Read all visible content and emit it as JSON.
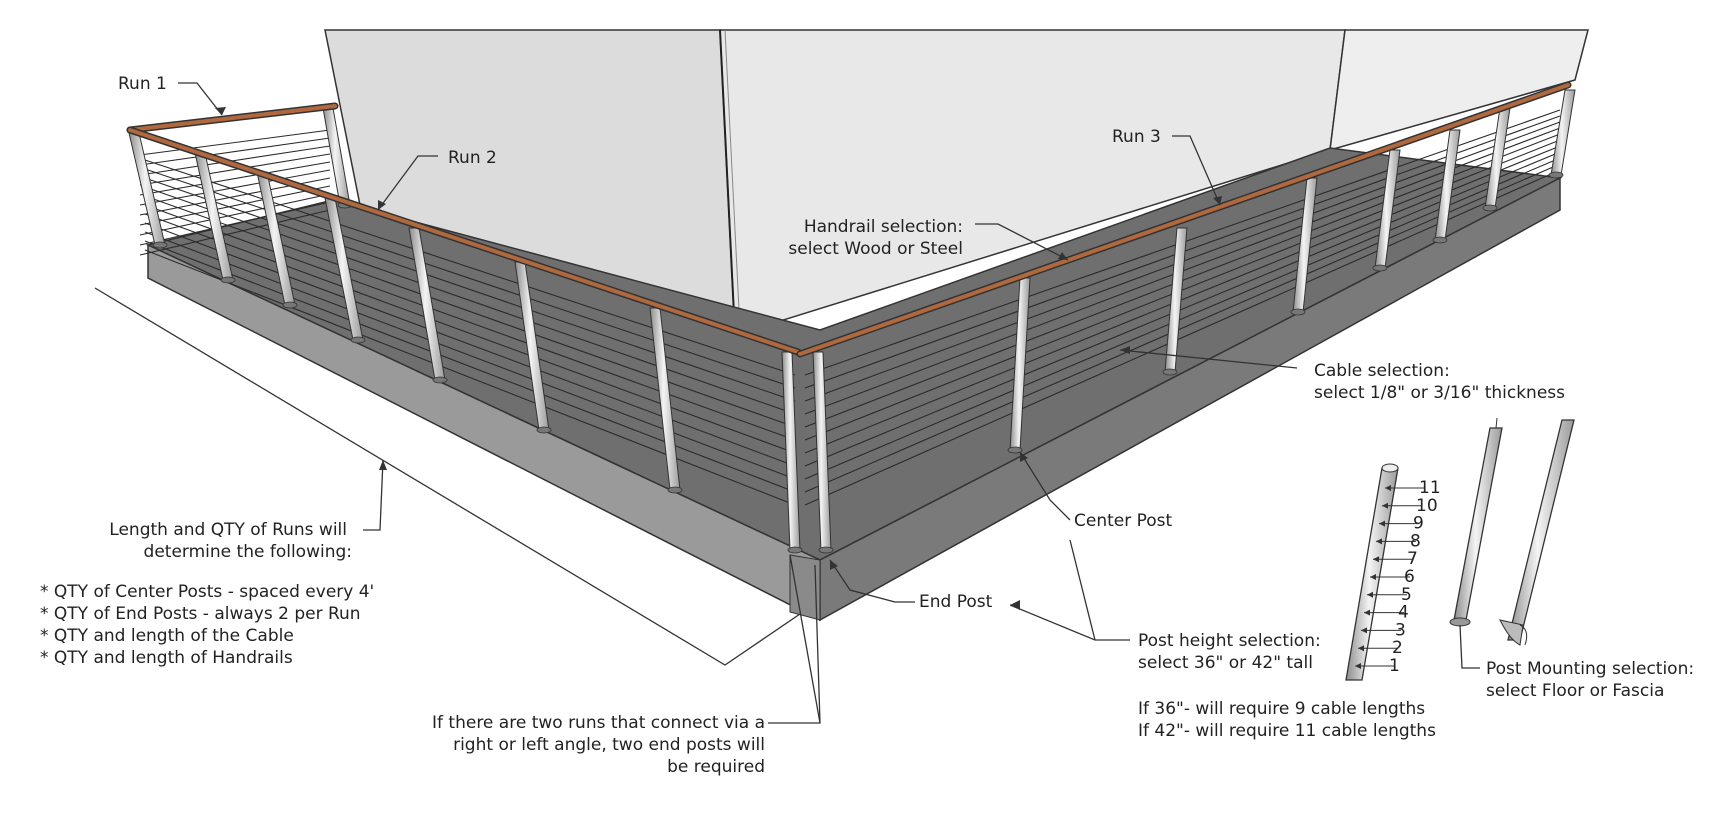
{
  "labels": {
    "run1": "Run 1",
    "run2": "Run 2",
    "run3": "Run 3",
    "handrail_line1": "Handrail selection:",
    "handrail_line2": "select Wood or Steel",
    "cable_line1": "Cable selection:",
    "cable_line2": "select 1/8\" or 3/16\" thickness",
    "center_post": "Center Post",
    "end_post": "End Post",
    "post_height_line1": "Post height selection:",
    "post_height_line2": "select 36\" or 42\" tall",
    "cable_lengths_36": "If 36\"- will require 9 cable lengths",
    "cable_lengths_42": "If 42\"- will require 11 cable lengths",
    "mounting_line1": "Post Mounting selection:",
    "mounting_line2": "select Floor or Fascia",
    "runs_line1": "Length and QTY of Runs will",
    "runs_line2": "determine the following:",
    "bullet1": "* QTY of Center Posts - spaced every 4'",
    "bullet2": "* QTY of End Posts - always 2 per Run",
    "bullet3": "* QTY and length of the Cable",
    "bullet4": "* QTY and length of Handrails",
    "corner_line1": "If there are two runs that connect via a",
    "corner_line2": "right or left angle, two end posts will",
    "corner_line3": "be required"
  },
  "post_cable_numbers": [
    "1",
    "2",
    "3",
    "4",
    "5",
    "6",
    "7",
    "8",
    "9",
    "10",
    "11"
  ],
  "colors": {
    "wall": "#e6e6e6",
    "deck_top": "#6f6f6f",
    "fascia_front": "#9a9a9a",
    "fascia_side": "#7a7a7a",
    "handrail": "#b0683f",
    "post": "#d4d4d4",
    "cable": "#2b2b2b"
  }
}
